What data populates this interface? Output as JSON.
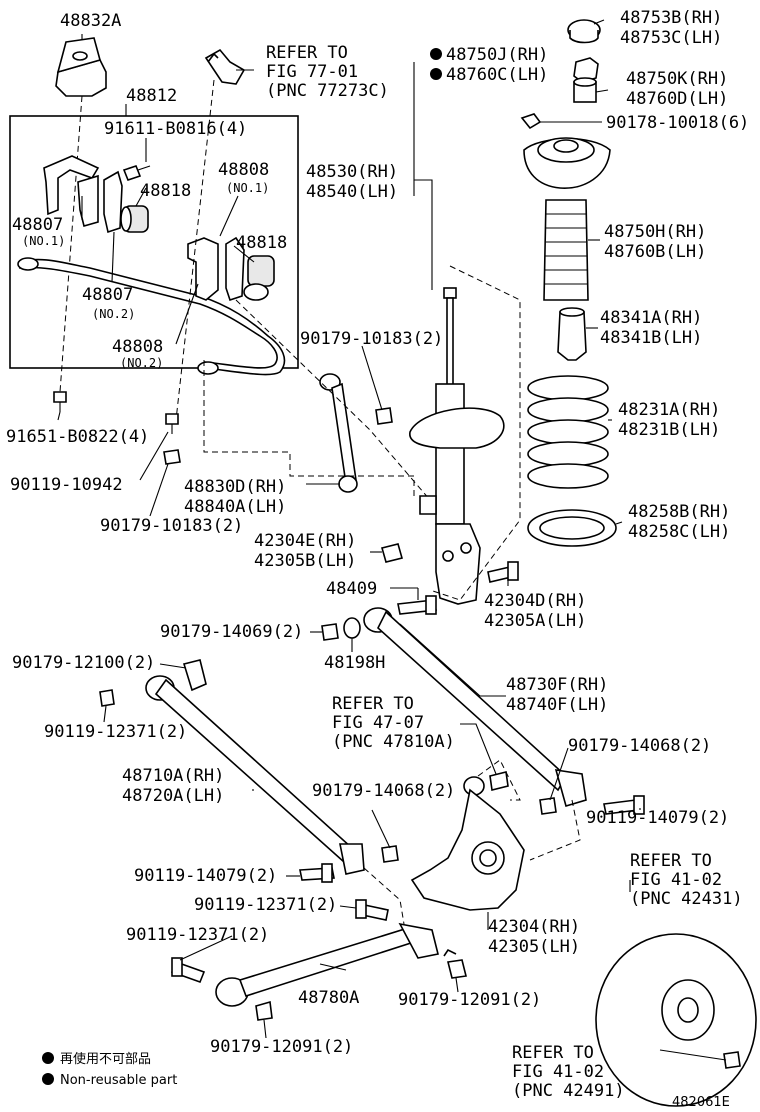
{
  "image_code": "482061E",
  "legend": {
    "jp": "再使用不可部品",
    "en": "Non-reusable part"
  },
  "refer": {
    "fig77": {
      "l1": "REFER TO",
      "l2": "FIG 77-01",
      "l3": "(PNC 77273C)"
    },
    "fig47": {
      "l1": "REFER TO",
      "l2": "FIG 47-07",
      "l3": "(PNC 47810A)"
    },
    "fig41a": {
      "l1": "REFER TO",
      "l2": "FIG 41-02",
      "l3": "(PNC 42431)"
    },
    "fig41b": {
      "l1": "REFER TO",
      "l2": "FIG 41-02",
      "l3": "(PNC 42491)"
    }
  },
  "parts": {
    "p48832A": "48832A",
    "p48812": "48812",
    "p91611": "91611-B0816(4)",
    "p48808_1": "48808",
    "p48808_1n": "(NO.1)",
    "p48818a": "48818",
    "p48807_1": "48807",
    "p48807_1n": "(NO.1)",
    "p48818b": "48818",
    "p48807_2": "48807",
    "p48807_2n": "(NO.2)",
    "p48808_2": "48808",
    "p48808_2n": "(NO.2)",
    "p91651": "91651-B0822(4)",
    "p90119_10942": "90119-10942",
    "p48830D": "48830D(RH)",
    "p48840A": "48840A(LH)",
    "p90179_10183a": "90179-10183(2)",
    "p90179_10183b": "90179-10183(2)",
    "p48750J": "48750J(RH)",
    "p48760C": "48760C(LH)",
    "p48530": "48530(RH)",
    "p48540": "48540(LH)",
    "p48753B": "48753B(RH)",
    "p48753C": "48753C(LH)",
    "p48750K": "48750K(RH)",
    "p48760D": "48760D(LH)",
    "p90178": "90178-10018(6)",
    "p48750H": "48750H(RH)",
    "p48760B": "48760B(LH)",
    "p48341A": "48341A(RH)",
    "p48341B": "48341B(LH)",
    "p48231A": "48231A(RH)",
    "p48231B": "48231B(LH)",
    "p48258B": "48258B(RH)",
    "p48258C": "48258C(LH)",
    "p42304E": "42304E(RH)",
    "p42305B": "42305B(LH)",
    "p48409": "48409",
    "p42304D": "42304D(RH)",
    "p42305A": "42305A(LH)",
    "p90179_14069": "90179-14069(2)",
    "p48198H": "48198H",
    "p90179_12100": "90179-12100(2)",
    "p48730F": "48730F(RH)",
    "p48740F": "48740F(LH)",
    "p90119_12371a": "90119-12371(2)",
    "p90179_14068a": "90179-14068(2)",
    "p48710A": "48710A(RH)",
    "p48720A": "48720A(LH)",
    "p90179_14068b": "90179-14068(2)",
    "p90119_14079a": "90119-14079(2)",
    "p90119_14079b": "90119-14079(2)",
    "p90119_12371b": "90119-12371(2)",
    "p42304": "42304(RH)",
    "p42305": "42305(LH)",
    "p90119_12371c": "90119-12371(2)",
    "p48780A": "48780A",
    "p90179_12091a": "90179-12091(2)",
    "p90179_12091b": "90179-12091(2)"
  }
}
